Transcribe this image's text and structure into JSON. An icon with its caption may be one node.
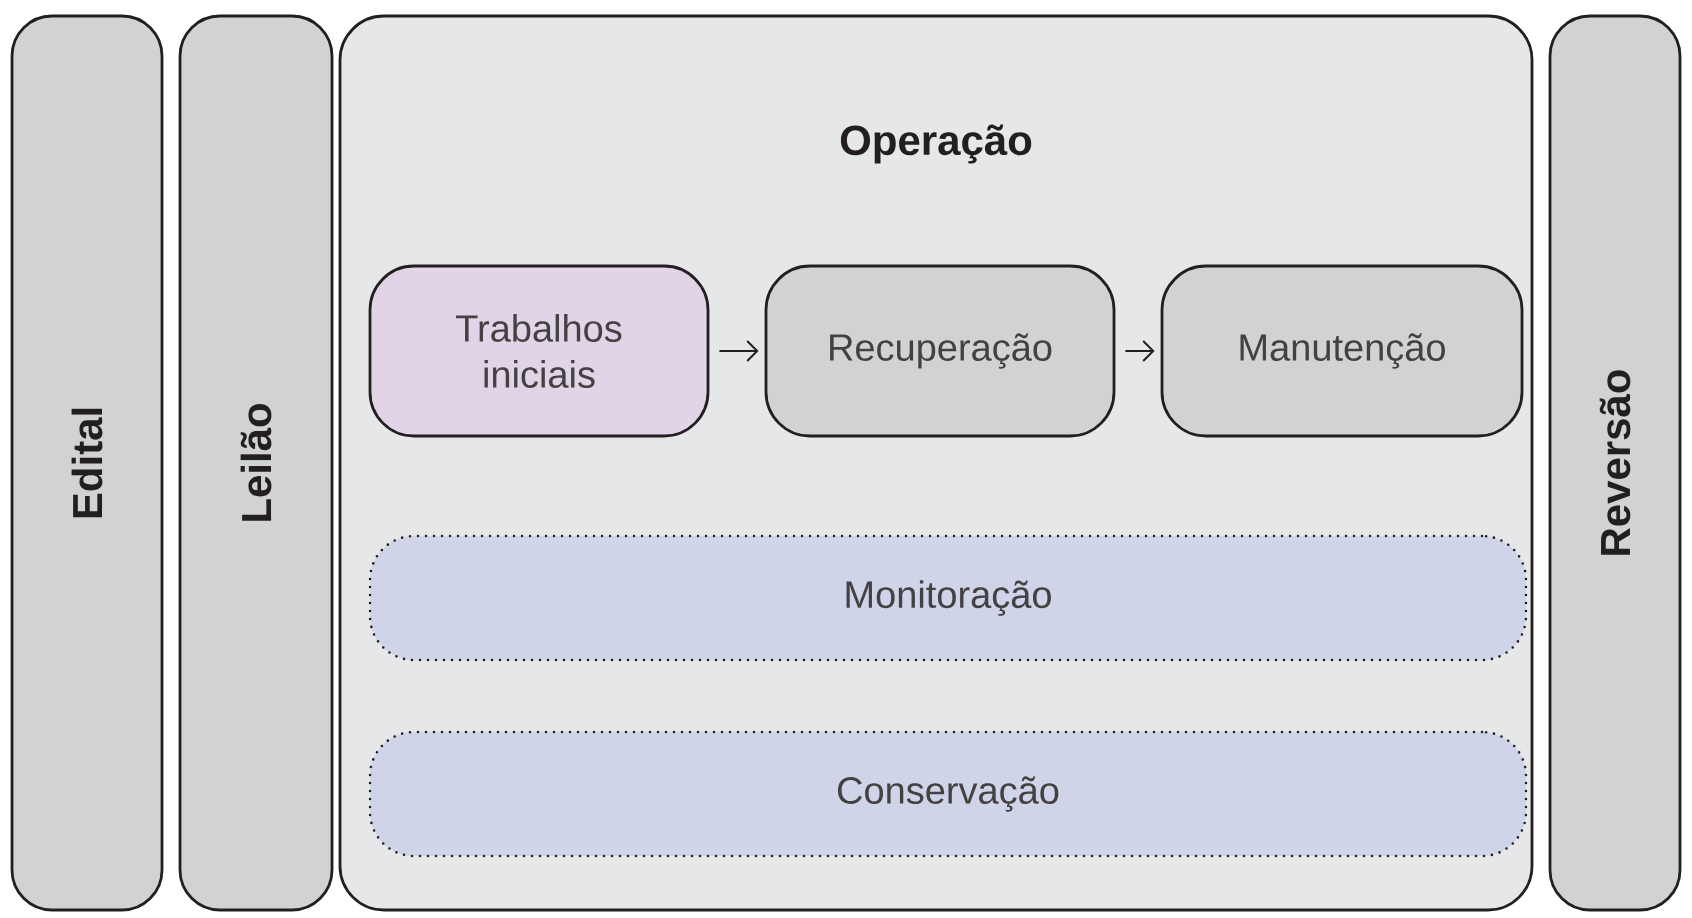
{
  "diagram": {
    "nodes": [
      {
        "text": [
          "Edital"
        ]
      },
      {
        "text": [
          "Leilão"
        ]
      },
      {
        "text": [
          "Operação"
        ]
      },
      {
        "text": [
          "Trabalhos iniciais"
        ],
        "in": 2
      },
      {
        "text": [
          "Recuperação"
        ],
        "in": 2
      },
      {
        "text": [
          "Manutenção"
        ],
        "in": 2
      },
      {
        "text": [
          "Monitoração"
        ],
        "in": 2
      },
      {
        "text": [
          "Conservação"
        ],
        "in": 2
      },
      {
        "text": [
          "Reversão"
        ]
      }
    ],
    "edges": [
      {
        "from": 3,
        "to": 4,
        "arrow": "to"
      },
      {
        "from": 4,
        "to": 5,
        "arrow": "to"
      }
    ]
  }
}
